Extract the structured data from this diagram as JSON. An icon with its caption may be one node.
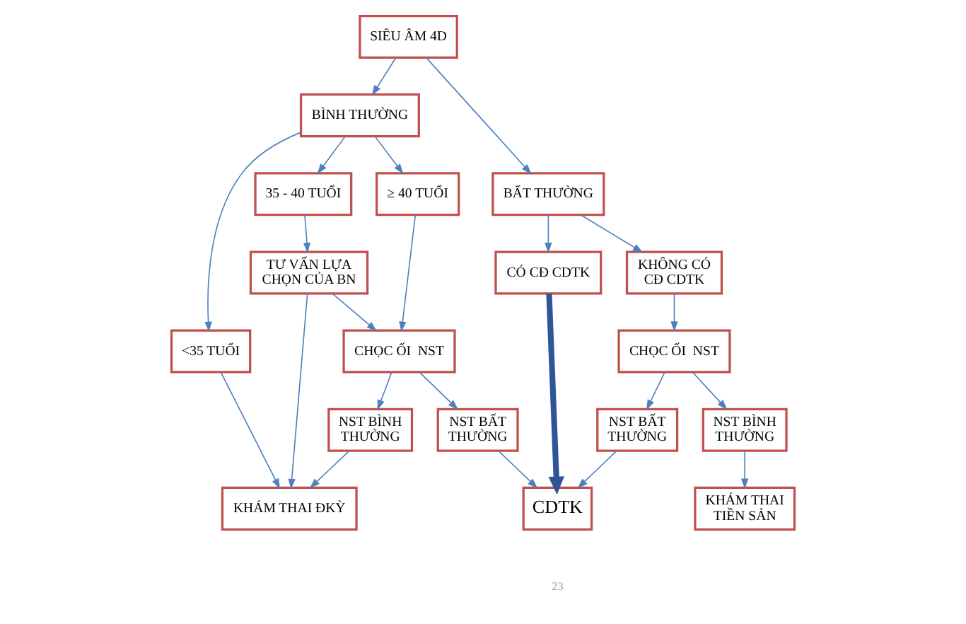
{
  "diagram": {
    "nodes": [
      {
        "text": [
          "SIÊU ÂM 4D"
        ]
      },
      {
        "text": [
          "BÌNH THƯỜNG"
        ]
      },
      {
        "text": [
          "BẤT THƯỜNG"
        ]
      },
      {
        "text": [
          "<35 TUỔI"
        ]
      },
      {
        "text": [
          "35 - 40 TUỔI"
        ]
      },
      {
        "text": [
          "≥ 40 TUỔI"
        ]
      },
      {
        "text": [
          "CÓ CĐ CDTK"
        ]
      },
      {
        "text": [
          "KHÔNG CÓ CĐ CDTK"
        ]
      },
      {
        "text": [
          "TƯ VẤN LỰA CHỌN CỦA BN"
        ]
      },
      {
        "text": [
          "CHỌC ỐI  NST"
        ]
      },
      {
        "text": [
          "CHỌC ỐI  NST"
        ]
      },
      {
        "text": [
          "KHÁM THAI ĐKỲ"
        ]
      },
      {
        "text": [
          "NST BÌNH THƯỜNG"
        ]
      },
      {
        "text": [
          "NST BẤT THƯỜNG"
        ]
      },
      {
        "text": [
          "NST BẤT THƯỜNG"
        ]
      },
      {
        "text": [
          "NST BÌNH THƯỜNG"
        ]
      },
      {
        "text": [
          "CDTK"
        ]
      },
      {
        "text": [
          "KHÁM THAI TIỀN SẢN"
        ]
      }
    ],
    "edges": [
      {
        "from": 0,
        "to": 1,
        "arrow": "to"
      },
      {
        "from": 0,
        "to": 2,
        "arrow": "to"
      },
      {
        "from": 1,
        "to": 3,
        "arrow": "to"
      },
      {
        "from": 1,
        "to": 4,
        "arrow": "to"
      },
      {
        "from": 1,
        "to": 5,
        "arrow": "to"
      },
      {
        "from": 2,
        "to": 6,
        "arrow": "to"
      },
      {
        "from": 2,
        "to": 7,
        "arrow": "to"
      },
      {
        "from": 4,
        "to": 8,
        "arrow": "to"
      },
      {
        "from": 3,
        "to": 11,
        "arrow": "to"
      },
      {
        "from": 8,
        "to": 11,
        "arrow": "to"
      },
      {
        "from": 5,
        "to": 9,
        "arrow": "to"
      },
      {
        "from": 8,
        "to": 9,
        "arrow": "to"
      },
      {
        "from": 7,
        "to": 10,
        "arrow": "to"
      },
      {
        "from": 9,
        "to": 12,
        "arrow": "to"
      },
      {
        "from": 9,
        "to": 13,
        "arrow": "to"
      },
      {
        "from": 10,
        "to": 14,
        "arrow": "to"
      },
      {
        "from": 10,
        "to": 15,
        "arrow": "to"
      },
      {
        "from": 12,
        "to": 11,
        "arrow": "to"
      },
      {
        "from": 6,
        "to": 16,
        "arrow": "to",
        "style": "thick",
        "color": "#2f5597"
      },
      {
        "from": 13,
        "to": 16,
        "arrow": "to"
      },
      {
        "from": 14,
        "to": 16,
        "arrow": "to"
      },
      {
        "from": 15,
        "to": 17,
        "arrow": "to"
      }
    ],
    "labels": [
      "23"
    ]
  }
}
